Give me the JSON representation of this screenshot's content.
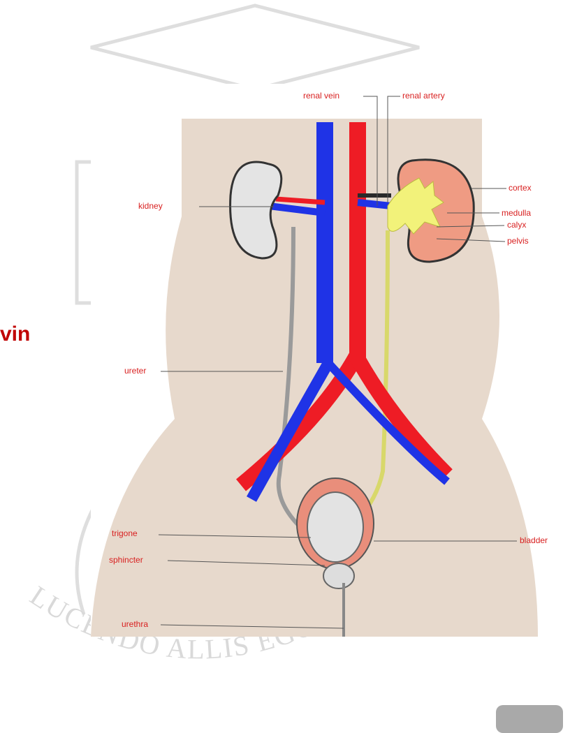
{
  "page": {
    "partial_text": "vin",
    "accent_color": "#c00000"
  },
  "watermark": {
    "motto": "LUCENDO ALLIS EGO IPSE AR",
    "color": "#d9d9d9"
  },
  "diagram": {
    "labels": {
      "renal_vein": "renal vein",
      "renal_artery": "renal artery",
      "kidney": "kidney",
      "cortex": "cortex",
      "medulla": "medulla",
      "calyx": "calyx",
      "pelvis": "pelvis",
      "ureter": "ureter",
      "trigone": "trigone",
      "sphincter": "sphincter",
      "bladder": "bladder",
      "urethra": "urethra"
    },
    "colors": {
      "body": "#e7d9cc",
      "vein": "#1f33e6",
      "artery": "#ee1c25",
      "label": "#d81f1f",
      "kidney_left": "#e4e4e4",
      "kidney_right": "#ef9b83",
      "pelvis": "#f2f27a",
      "bladder_wall": "#e98e7b"
    }
  }
}
